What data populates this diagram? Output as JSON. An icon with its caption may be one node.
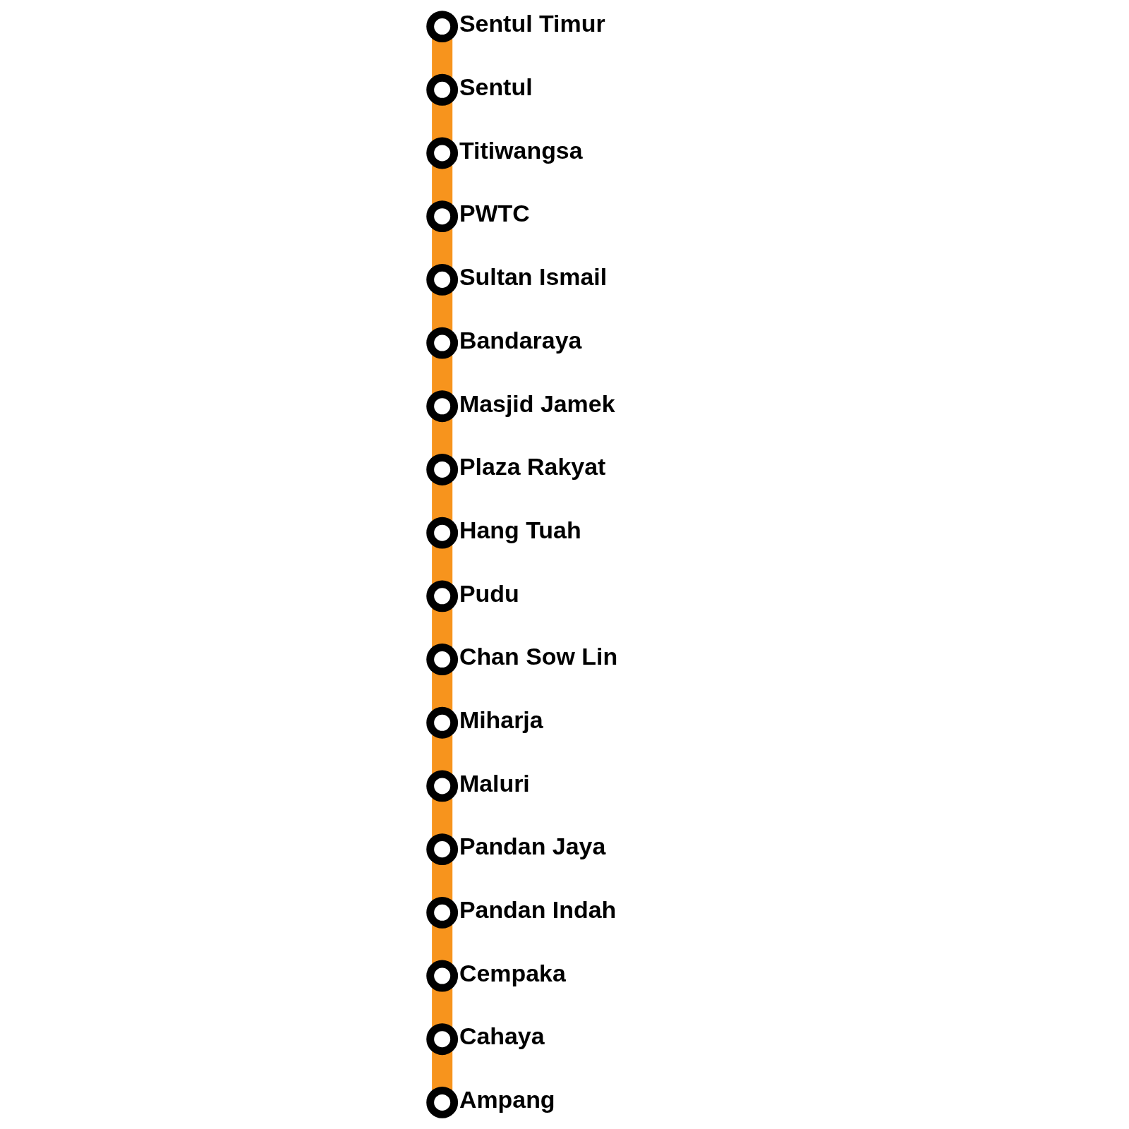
{
  "diagram": {
    "nodes": [
      {
        "text": [],
        "shape": "circle",
        "beside": [
          "Sentul Timur"
        ]
      },
      {
        "text": [],
        "shape": "circle",
        "beside": [
          "Sentul"
        ]
      },
      {
        "text": [],
        "shape": "circle",
        "beside": [
          "Titiwangsa"
        ]
      },
      {
        "text": [],
        "shape": "circle",
        "beside": [
          "PWTC"
        ]
      },
      {
        "text": [],
        "shape": "circle",
        "beside": [
          "Sultan Ismail"
        ]
      },
      {
        "text": [],
        "shape": "circle",
        "beside": [
          "Bandaraya"
        ]
      },
      {
        "text": [],
        "shape": "circle",
        "beside": [
          "Masjid Jamek"
        ]
      },
      {
        "text": [],
        "shape": "circle",
        "beside": [
          "Plaza Rakyat"
        ]
      },
      {
        "text": [],
        "shape": "circle",
        "beside": [
          "Hang Tuah"
        ]
      },
      {
        "text": [],
        "shape": "circle",
        "beside": [
          "Pudu"
        ]
      },
      {
        "text": [],
        "shape": "circle",
        "beside": [
          "Chan Sow Lin"
        ]
      },
      {
        "text": [],
        "shape": "circle",
        "beside": [
          "Miharja"
        ]
      },
      {
        "text": [],
        "shape": "circle",
        "beside": [
          "Maluri"
        ]
      },
      {
        "text": [],
        "shape": "circle",
        "beside": [
          "Pandan Jaya"
        ]
      },
      {
        "text": [],
        "shape": "circle",
        "beside": [
          "Pandan Indah"
        ]
      },
      {
        "text": [],
        "shape": "circle",
        "beside": [
          "Cempaka"
        ]
      },
      {
        "text": [],
        "shape": "circle",
        "beside": [
          "Cahaya"
        ]
      },
      {
        "text": [],
        "shape": "circle",
        "beside": [
          "Ampang"
        ]
      }
    ],
    "edges": [
      {
        "from": 0,
        "to": 1,
        "arrow": "none"
      },
      {
        "from": 1,
        "to": 2,
        "arrow": "none"
      },
      {
        "from": 2,
        "to": 3,
        "arrow": "none"
      },
      {
        "from": 3,
        "to": 4,
        "arrow": "none"
      },
      {
        "from": 4,
        "to": 5,
        "arrow": "none"
      },
      {
        "from": 5,
        "to": 6,
        "arrow": "none"
      },
      {
        "from": 6,
        "to": 7,
        "arrow": "none"
      },
      {
        "from": 7,
        "to": 8,
        "arrow": "none"
      },
      {
        "from": 8,
        "to": 9,
        "arrow": "none"
      },
      {
        "from": 9,
        "to": 10,
        "arrow": "none"
      },
      {
        "from": 10,
        "to": 11,
        "arrow": "none"
      },
      {
        "from": 11,
        "to": 12,
        "arrow": "none"
      },
      {
        "from": 12,
        "to": 13,
        "arrow": "none"
      },
      {
        "from": 13,
        "to": 14,
        "arrow": "none"
      },
      {
        "from": 14,
        "to": 15,
        "arrow": "none"
      },
      {
        "from": 15,
        "to": 16,
        "arrow": "none"
      },
      {
        "from": 16,
        "to": 17,
        "arrow": "none"
      }
    ]
  }
}
